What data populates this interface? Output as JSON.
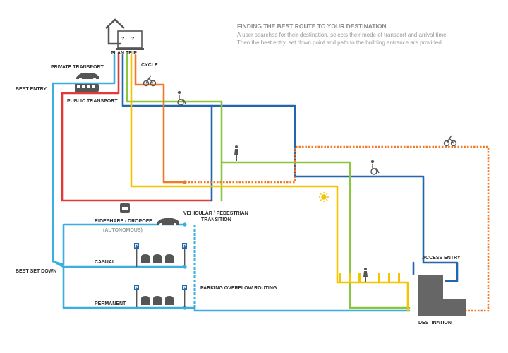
{
  "header": {
    "title": "FINDING THE BEST ROUTE TO YOUR DESTINATION",
    "subtitle_line1": "A user searches for their destination, selects their mode of transport and arrival time.",
    "subtitle_line2": "Then the best entry, set down point and path to the building entrance are provided."
  },
  "labels": {
    "plan_trip": "PLAN TRIP",
    "private_transport": "PRIVATE TRANSPORT",
    "best_entry": "BEST ENTRY",
    "cycle": "CYCLE",
    "public_transport": "PUBLIC TRANSPORT",
    "rideshare": "RIDESHARE / DROPOFF",
    "autonomous": "(AUTONOMOUS)",
    "vehicular_line1": "VEHICULAR / PEDESTRIAN",
    "vehicular_line2": "TRANSITION",
    "casual": "CASUAL",
    "best_set_down": "BEST SET DOWN",
    "parking_overflow": "PARKING OVERFLOW ROUTING",
    "permanent": "PERMANENT",
    "access_entry": "ACCESS ENTRY",
    "destination": "DESTINATION",
    "parking_sign": "P",
    "screen_glyph": "?"
  },
  "colors": {
    "private": "#3aaee0",
    "public": "#2266ad",
    "red": "#e23a3a",
    "yellow": "#f5c400",
    "orange": "#f07a28",
    "green": "#8cc63f",
    "building": "#666666",
    "icon": "#555555"
  },
  "icons": [
    "house-icon",
    "laptop-icon",
    "car-icon",
    "bus-icon",
    "bicycle-icon",
    "wheelchair-icon",
    "pedestrian-icon",
    "sun-icon",
    "rideshare-icon",
    "parking-sign-icon",
    "building-icon"
  ]
}
